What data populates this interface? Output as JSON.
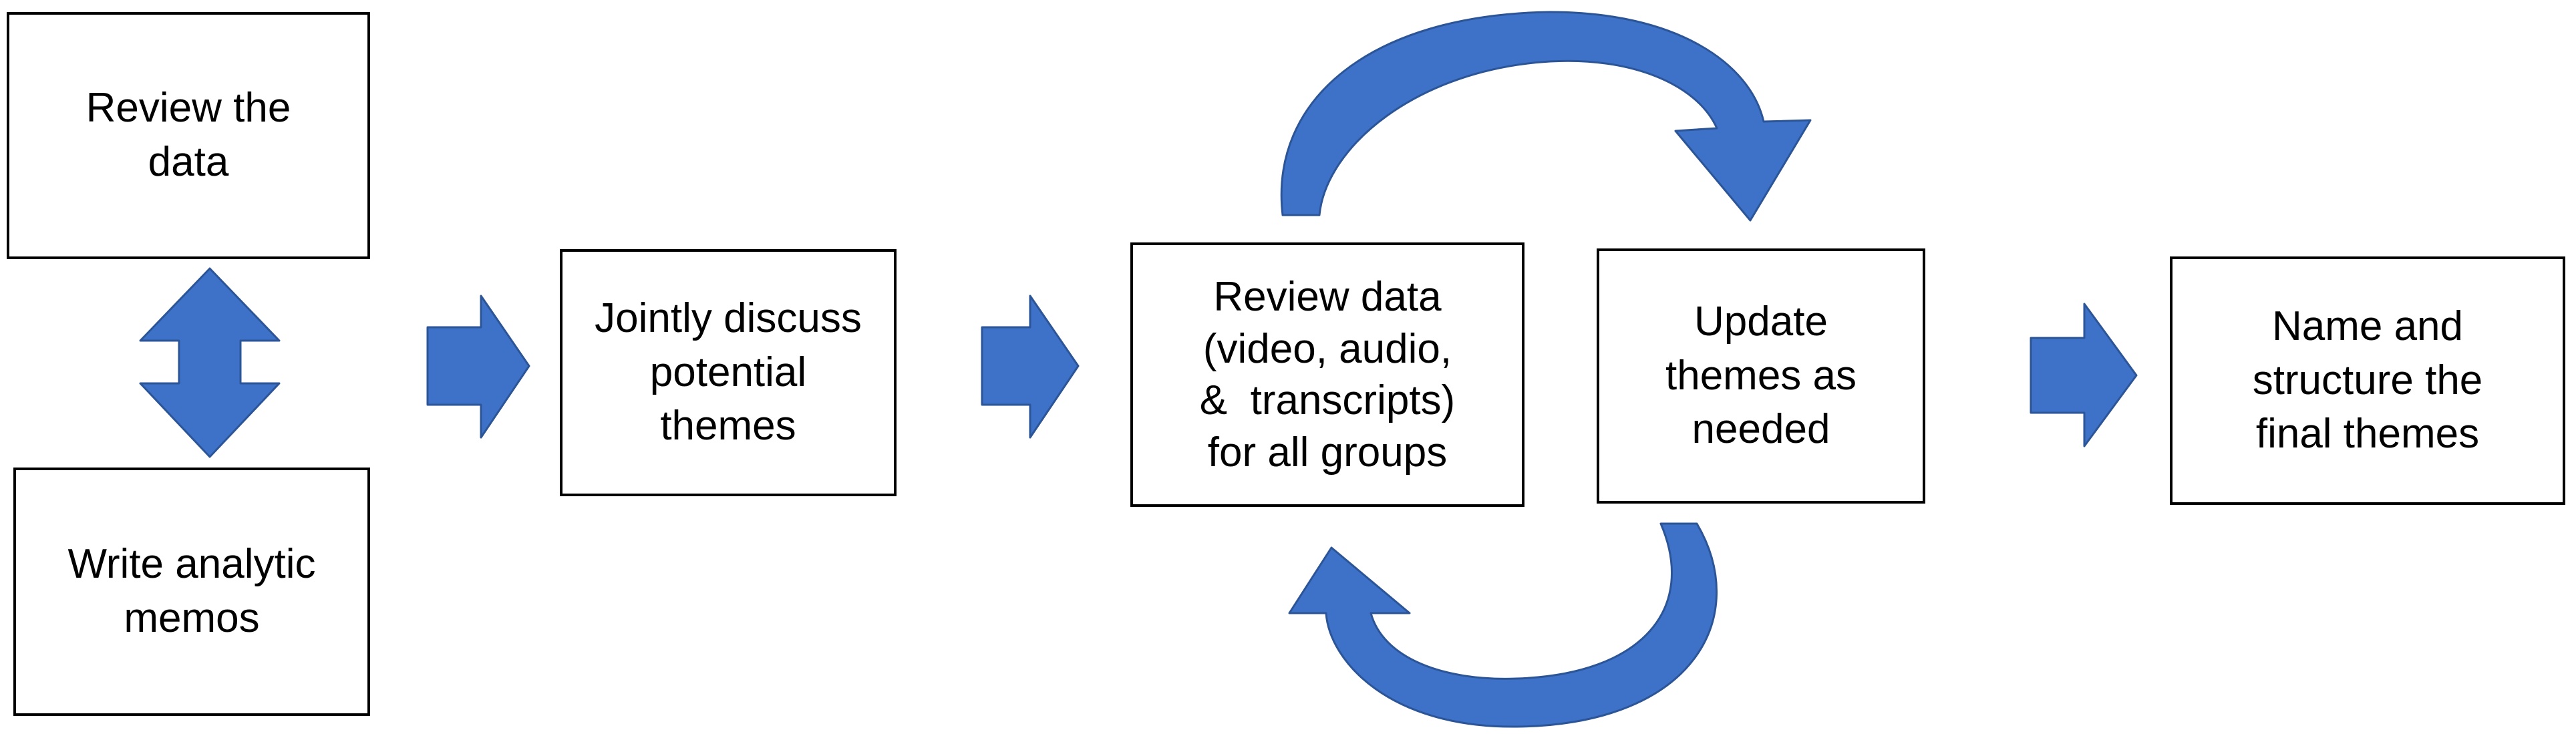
{
  "colors": {
    "arrow_fill": "#3E72C9",
    "arrow_stroke": "#2B5597",
    "box_border": "#000000",
    "text": "#000000"
  },
  "boxes": {
    "review": [
      "Review the",
      "data"
    ],
    "memos": [
      "Write analytic",
      "memos"
    ],
    "discuss": [
      "Jointly discuss",
      "potential",
      "themes"
    ],
    "review_all": [
      "Review data",
      "(video, audio,",
      "&  transcripts)",
      "for all groups"
    ],
    "update": [
      "Update",
      "themes as",
      "needed"
    ],
    "name": [
      "Name and",
      "structure the",
      "final themes"
    ]
  },
  "icons": [
    "double-vertical-arrow-icon",
    "right-arrow-icon",
    "curved-arrow-icon"
  ]
}
